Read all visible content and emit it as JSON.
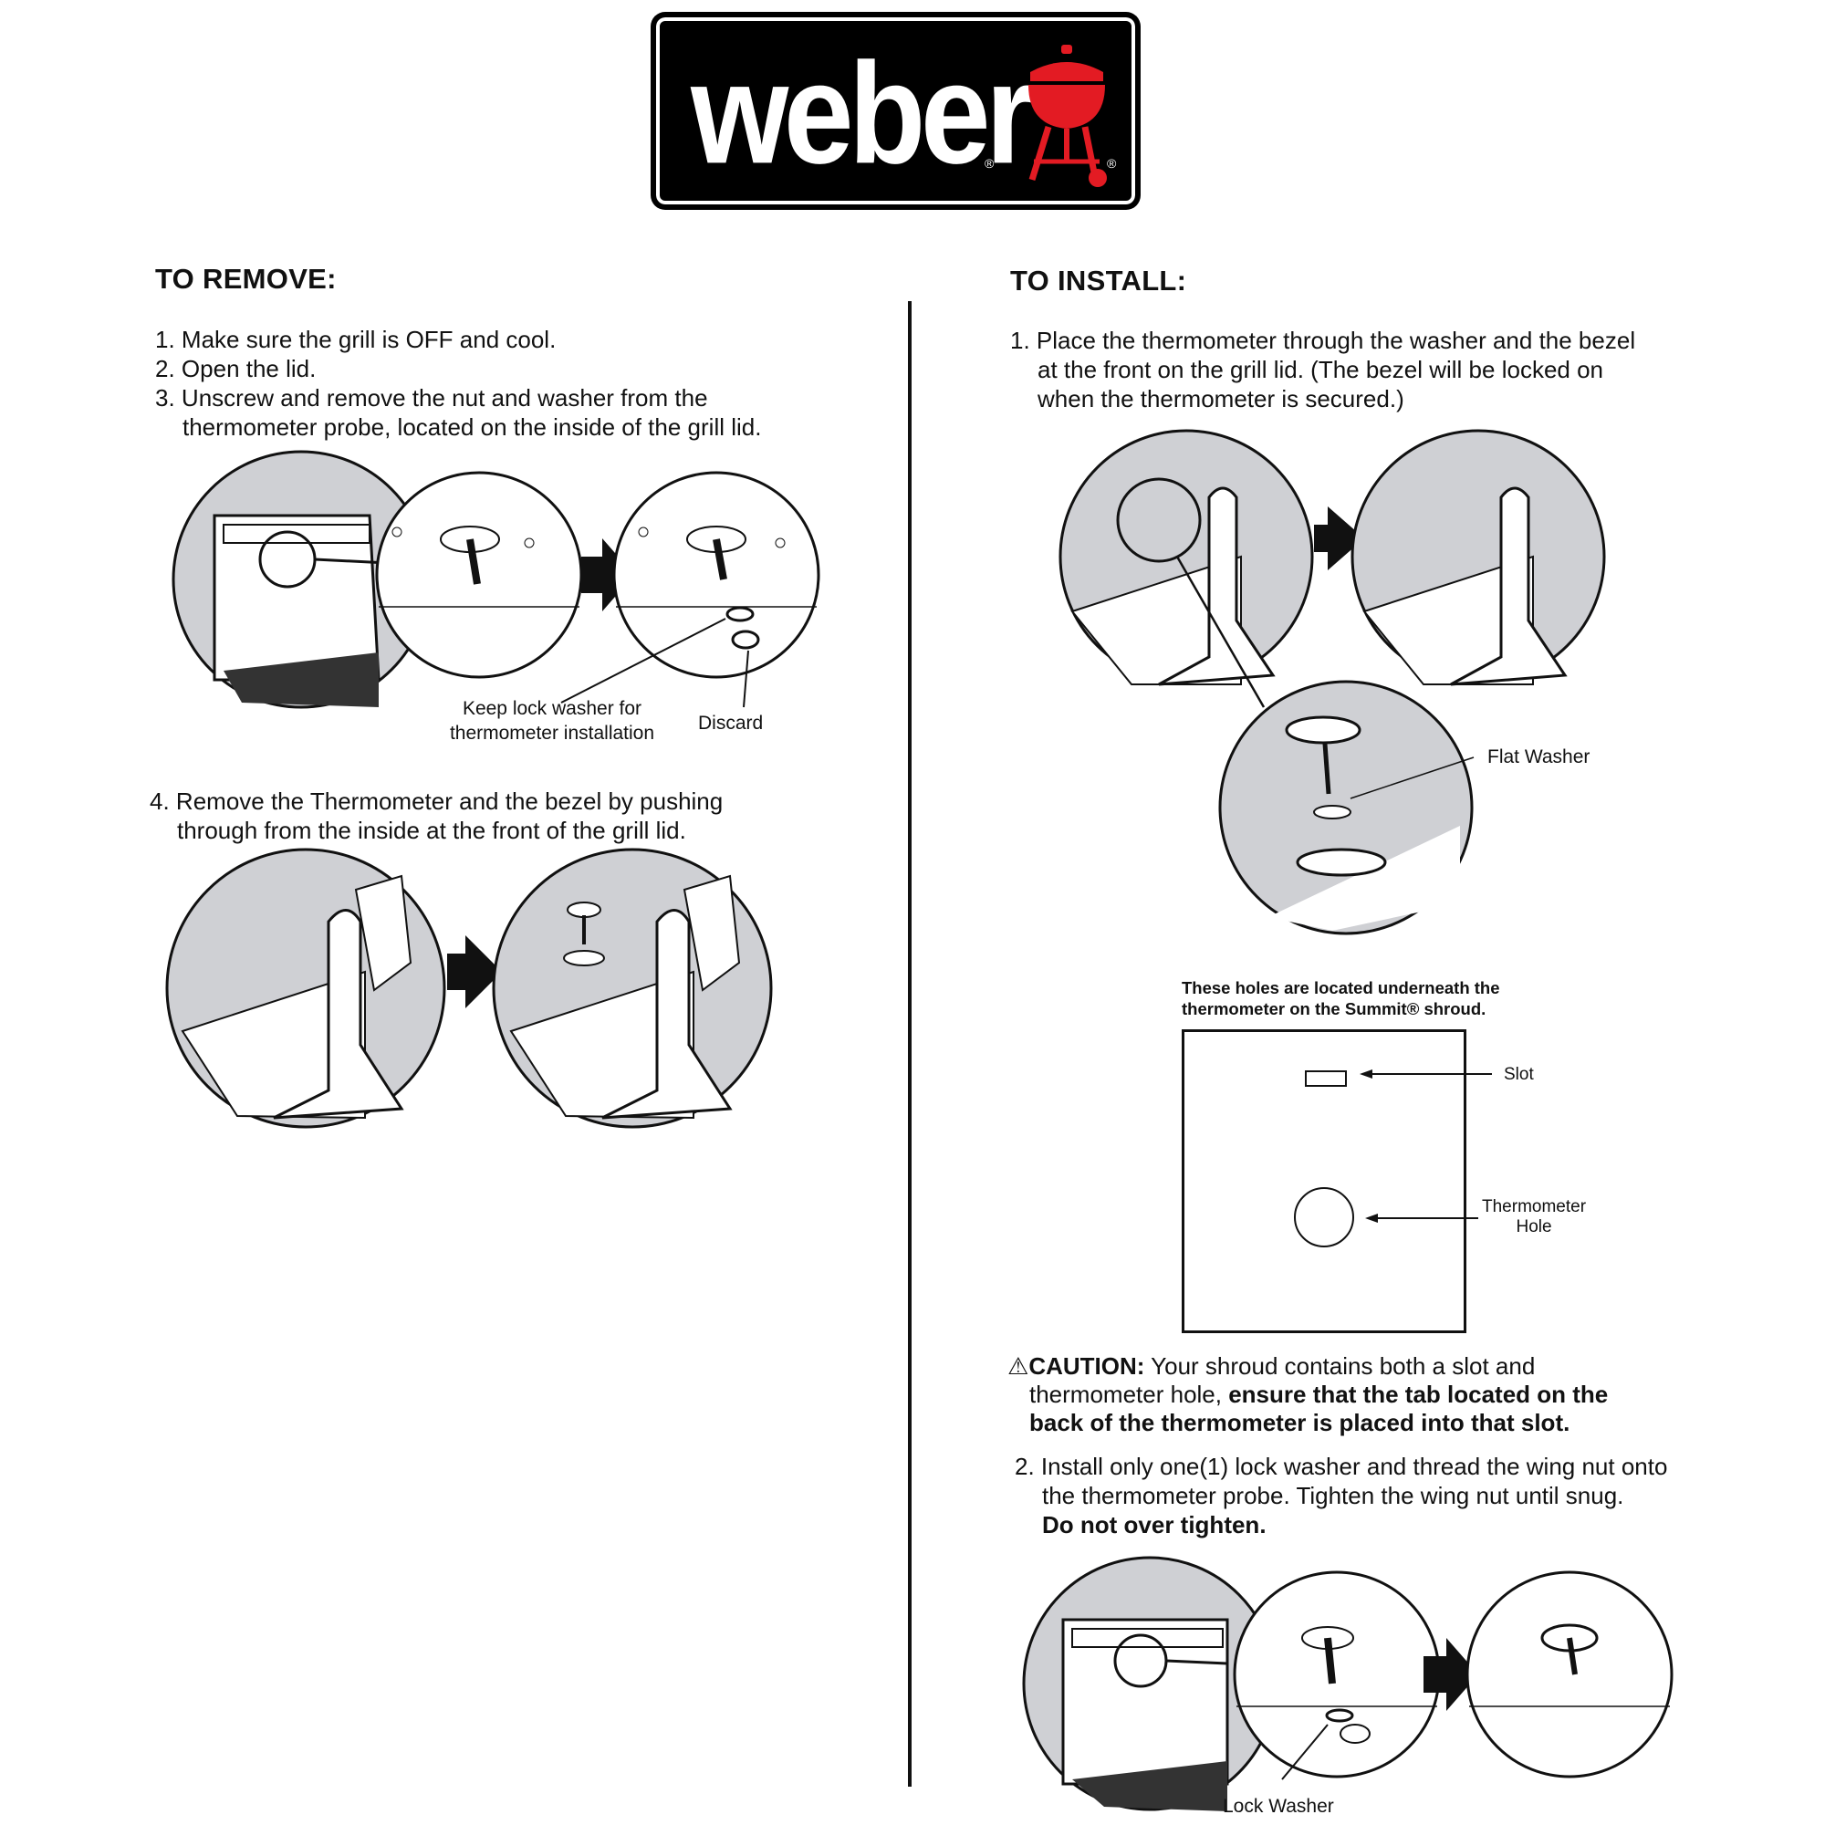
{
  "logo": {
    "brand": "weber",
    "registered": "®",
    "kettle_color": "#e31b23"
  },
  "remove": {
    "heading": "TO REMOVE:",
    "steps": [
      {
        "num": "1.",
        "text": "Make sure the grill is OFF and cool."
      },
      {
        "num": "2.",
        "text": "Open the lid."
      },
      {
        "num": "3.",
        "line1": "Unscrew and remove the nut and washer from the",
        "line2": "thermometer probe, located on the inside of the grill lid."
      },
      {
        "num": "4.",
        "line1": "Remove the Thermometer and the bezel by pushing",
        "line2": "through from the inside at the front of the grill lid."
      }
    ],
    "labels": {
      "keep_line1": "Keep lock washer for",
      "keep_line2": "thermometer installation",
      "discard": "Discard"
    }
  },
  "install": {
    "heading": "TO INSTALL:",
    "step1": {
      "num": "1.",
      "line1": "Place the thermometer through the washer and the bezel",
      "line2": "at the front on the grill lid. (The bezel will be locked on",
      "line3": "when the thermometer is secured.)"
    },
    "flat_washer": "Flat Washer",
    "note_line1": "These holes are located underneath the",
    "note_line2": "thermometer on the Summit® shroud.",
    "slot": "Slot",
    "thermo_hole_line1": "Thermometer",
    "thermo_hole_line2": "Hole",
    "caution": {
      "icon": "⚠",
      "label": "CAUTION:",
      "text1": " Your shroud contains both a slot and",
      "text2": "thermometer hole, ",
      "bold2": "ensure that the tab located on the",
      "bold3": "back of the thermometer is placed into that slot."
    },
    "step2": {
      "num": "2.",
      "line1": "Install only one(1) lock washer and thread the wing nut onto",
      "line2": "the thermometer probe. Tighten the wing nut until snug.",
      "bold": "Do not over tighten."
    },
    "lock_washer": "Lock Washer"
  }
}
